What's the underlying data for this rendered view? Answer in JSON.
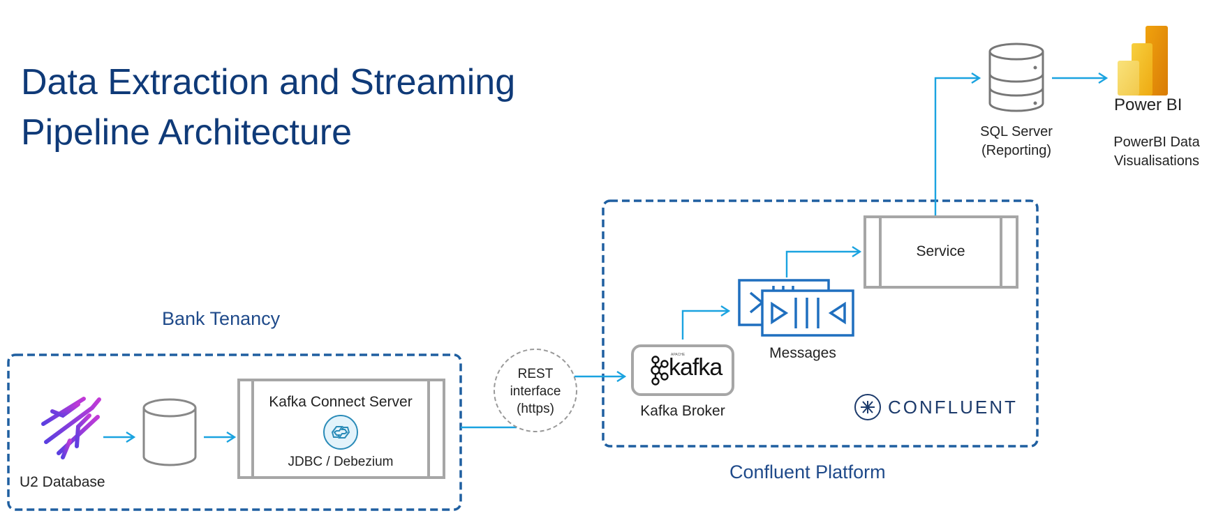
{
  "title": {
    "line1": "Data Extraction and Streaming",
    "line2": "Pipeline Architecture"
  },
  "colors": {
    "title": "#0f3a78",
    "region_border": "#1f5fa0",
    "arrow": "#1aa3e0",
    "box_border": "#a6a6a6",
    "messages": "#1f6fbf",
    "confluent": "#1c3a6b"
  },
  "regions": {
    "bank_tenancy": {
      "label": "Bank Tenancy"
    },
    "confluent_platform": {
      "label": "Confluent Platform",
      "logo_text": "CONFLUENT"
    }
  },
  "nodes": {
    "u2_database": {
      "label": "U2 Database",
      "icon": "u2-logo-icon"
    },
    "staging_db": {
      "icon": "database-cylinder-icon"
    },
    "kafka_connect": {
      "title": "Kafka Connect Server",
      "subtitle": "JDBC / Debezium",
      "icon": "connector-icon"
    },
    "rest_interface": {
      "line1": "REST",
      "line2": "interface",
      "line3": "(https)"
    },
    "kafka_broker": {
      "label": "Kafka Broker",
      "logo_text": "kafka",
      "logo_small": "APACHE"
    },
    "messages": {
      "label": "Messages",
      "icon": "message-queue-icon"
    },
    "service": {
      "label": "Service"
    },
    "sql_server": {
      "line1": "SQL Server",
      "line2": "(Reporting)",
      "icon": "database-server-icon"
    },
    "power_bi": {
      "logo_text": "Power BI",
      "line1": "PowerBI Data",
      "line2": "Visualisations",
      "icon": "powerbi-icon"
    }
  }
}
